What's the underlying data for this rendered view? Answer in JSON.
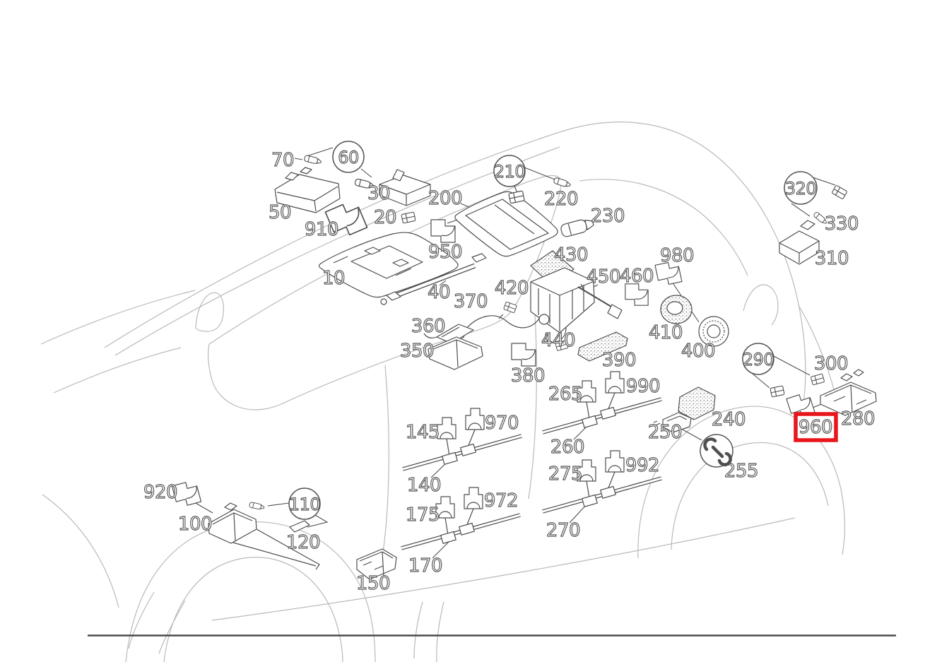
{
  "diagram": {
    "type": "exploded-parts-diagram",
    "labels": {
      "10": "10",
      "20": "20",
      "30": "30",
      "40": "40",
      "50": "50",
      "60": "60",
      "70": "70",
      "100": "100",
      "110": "110",
      "120": "120",
      "140": "140",
      "145": "145",
      "150": "150",
      "170": "170",
      "175": "175",
      "200": "200",
      "210": "210",
      "220": "220",
      "230": "230",
      "240": "240",
      "250": "250",
      "255": "255",
      "260": "260",
      "265": "265",
      "270": "270",
      "275": "275",
      "280": "280",
      "290": "290",
      "300": "300",
      "310": "310",
      "320": "320",
      "330": "330",
      "350": "350",
      "360": "360",
      "370": "370",
      "380": "380",
      "390": "390",
      "400": "400",
      "410": "410",
      "420": "420",
      "430": "430",
      "440": "440",
      "450": "450",
      "460": "460",
      "910": "910",
      "920": "920",
      "950": "950",
      "960": "960",
      "970": "970",
      "972": "972",
      "980": "980",
      "990": "990",
      "992": "992"
    },
    "circled_labels": [
      "60",
      "210",
      "320",
      "290",
      "110"
    ],
    "highlighted_label": "960",
    "tool_badge_label": "255",
    "icons": {
      "tool_badge": "wrench-icon"
    },
    "colors": {
      "highlight_box": "#e8151b",
      "part_line": "#4d4d4d",
      "car_line": "#b9b9b9",
      "rule_line": "#4a4a4a"
    }
  }
}
